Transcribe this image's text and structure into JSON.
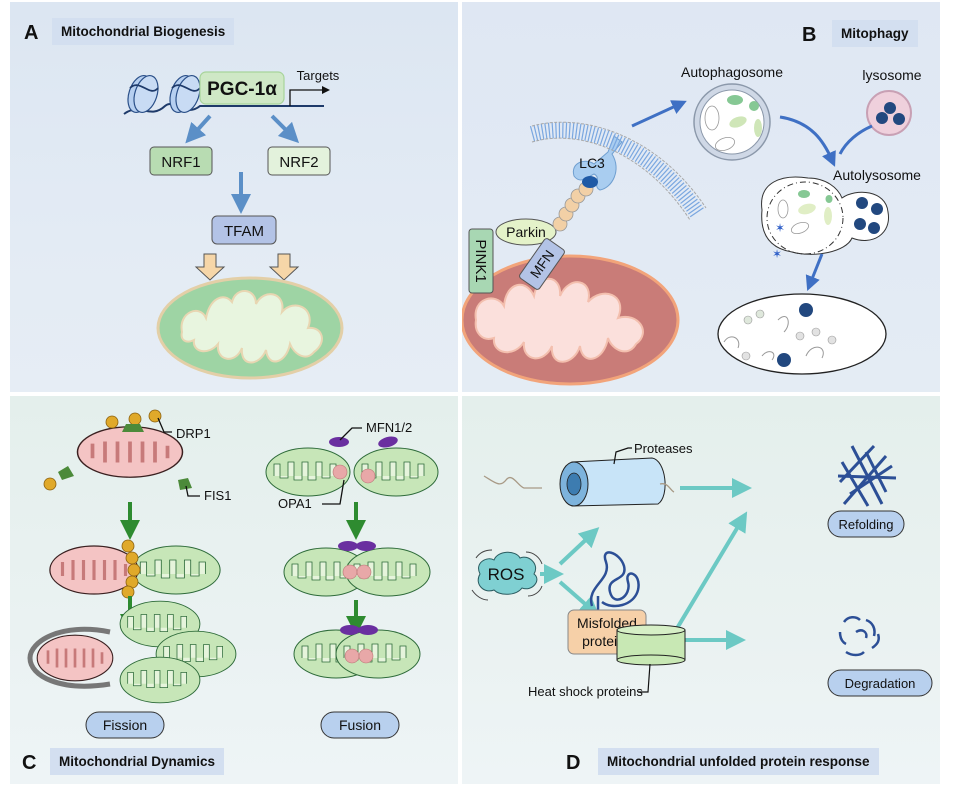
{
  "panels": {
    "a": {
      "letter": "A",
      "title": "Mitochondrial Biogenesis",
      "labels": {
        "pgc": "PGC-1α",
        "targets": "Targets",
        "nrf1": "NRF1",
        "nrf2": "NRF2",
        "tfam": "TFAM"
      }
    },
    "b": {
      "letter": "B",
      "title": "Mitophagy",
      "labels": {
        "autophagosome": "Autophagosome",
        "lysosome": "lysosome",
        "autolysosome": "Autolysosome",
        "lc3": "LC3",
        "parkin": "Parkin",
        "pink1": "PINK1",
        "mfn": "MFN"
      }
    },
    "c": {
      "letter": "C",
      "title": "Mitochondrial Dynamics",
      "labels": {
        "drp1": "DRP1",
        "fis1": "FIS1",
        "mfn12": "MFN1/2",
        "opa1": "OPA1",
        "fission": "Fission",
        "fusion": "Fusion"
      }
    },
    "d": {
      "letter": "D",
      "title": "Mitochondrial unfolded protein response",
      "labels": {
        "proteases": "Proteases",
        "ros": "ROS",
        "misfolded_1": "Misfolded",
        "misfolded_2": "proteins",
        "heat_shock": "Heat shock proteins",
        "refolding": "Refolding",
        "degradation": "Degradation"
      }
    }
  },
  "colors": {
    "blue_arrow": "#5b8fc7",
    "green_arrow": "#2e8b30",
    "teal_arrow": "#6cc9c4",
    "title_bg": "#d3dff0",
    "mito_green": "#8fcf97",
    "mito_red": "#c97c78",
    "drp1_gold": "#e0a92a",
    "mfn_purple": "#6a2fa0"
  }
}
